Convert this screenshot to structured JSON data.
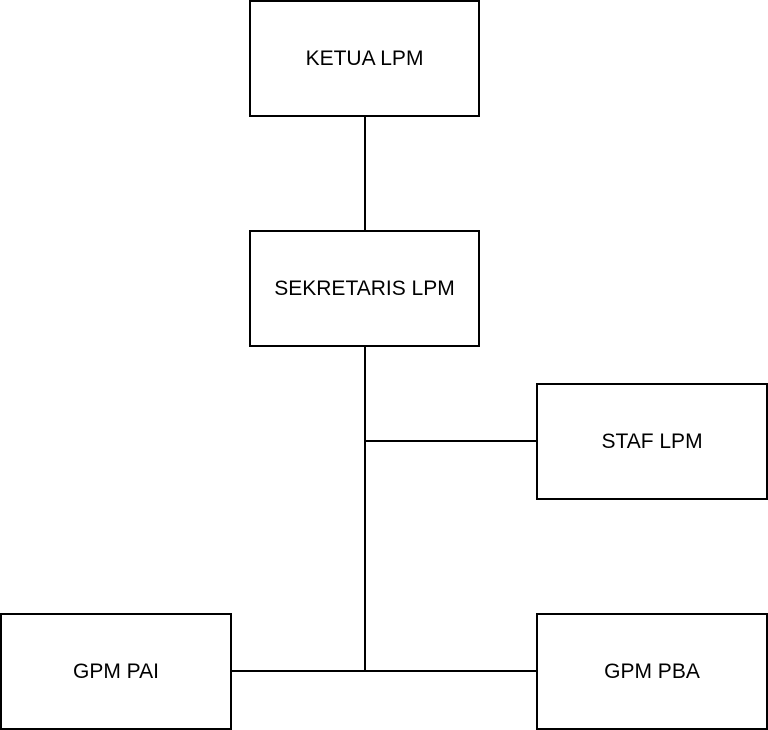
{
  "diagram": {
    "nodes": {
      "ketua": "KETUA LPM",
      "sekretaris": "SEKRETARIS LPM",
      "staf": "STAF LPM",
      "gpm_pai": "GPM PAI",
      "gpm_pba": "GPM PBA"
    },
    "edges": [
      {
        "from": "ketua",
        "to": "sekretaris"
      },
      {
        "from": "sekretaris",
        "to": "staf"
      },
      {
        "from": "sekretaris",
        "to": "gpm_pai"
      },
      {
        "from": "sekretaris",
        "to": "gpm_pba"
      }
    ],
    "colors": {
      "line": "#000000",
      "box_border": "#000000",
      "box_fill": "#ffffff",
      "text": "#000000"
    }
  }
}
